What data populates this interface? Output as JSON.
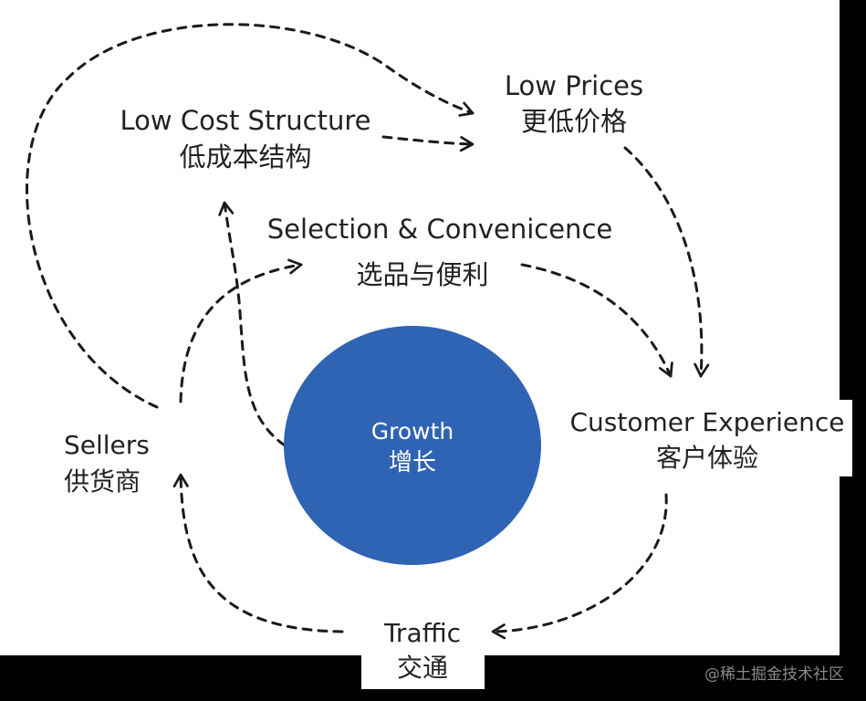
{
  "colors": {
    "background": "#000000",
    "panel": "#ffffff",
    "arrow": "#1a1a1a",
    "hub_fill": "#2f63b3",
    "hub_text": "#ffffff",
    "watermark": "#8a8a8a"
  },
  "hub": {
    "label_en": "Growth",
    "label_zh": "增长"
  },
  "nodes": {
    "low_cost": {
      "en": "Low Cost Structure",
      "zh": "低成本结构"
    },
    "low_prices": {
      "en": "Low Prices",
      "zh": "更低价格"
    },
    "selection": {
      "en": "Selection & Convenicence",
      "zh": "选品与便利"
    },
    "customer_experience": {
      "en": "Customer Experience",
      "zh": "客户体验"
    },
    "traffic": {
      "en": "Traffic",
      "zh": "交通"
    },
    "sellers": {
      "en": "Sellers",
      "zh": "供货商"
    }
  },
  "watermark": "@稀土掘金技术社区"
}
